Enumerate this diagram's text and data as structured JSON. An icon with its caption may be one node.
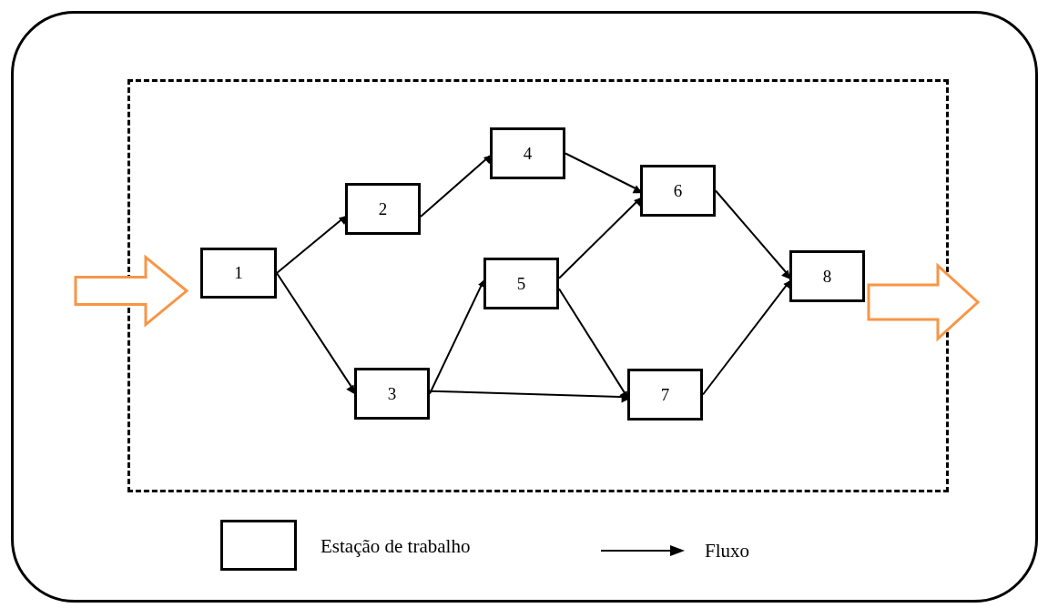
{
  "diagram": {
    "nodes": [
      {
        "text": [],
        "shape": "box"
      },
      {
        "text": [],
        "shape": "box",
        "in": 0
      },
      {
        "text": [
          "1"
        ],
        "in": 1
      },
      {
        "text": [
          "2"
        ],
        "in": 1
      },
      {
        "text": [
          "3"
        ],
        "in": 1
      },
      {
        "text": [
          "4"
        ],
        "in": 1
      },
      {
        "text": [
          "5"
        ],
        "in": 1
      },
      {
        "text": [
          "6"
        ],
        "in": 1
      },
      {
        "text": [
          "7"
        ],
        "in": 1
      },
      {
        "text": [
          "8"
        ],
        "in": 1
      }
    ],
    "edges": [
      {
        "from": null,
        "to": 2,
        "arrow": "to",
        "style": "thick",
        "color": "#f79646"
      },
      {
        "from": 2,
        "to": 3,
        "arrow": "to"
      },
      {
        "from": 2,
        "to": 4,
        "arrow": "to"
      },
      {
        "from": 3,
        "to": 5,
        "arrow": "to"
      },
      {
        "from": 4,
        "to": 6,
        "arrow": "to"
      },
      {
        "from": 4,
        "to": 8,
        "arrow": "to"
      },
      {
        "from": 5,
        "to": 7,
        "arrow": "to"
      },
      {
        "from": 6,
        "to": 7,
        "arrow": "to"
      },
      {
        "from": 6,
        "to": 8,
        "arrow": "to"
      },
      {
        "from": 7,
        "to": 9,
        "arrow": "to"
      },
      {
        "from": 8,
        "to": 9,
        "arrow": "to"
      },
      {
        "from": 9,
        "to": null,
        "arrow": "to",
        "style": "thick",
        "color": "#f79646"
      }
    ],
    "legend": [
      {
        "text": "Estação de trabalho"
      },
      {
        "text": "Fluxo"
      }
    ]
  }
}
